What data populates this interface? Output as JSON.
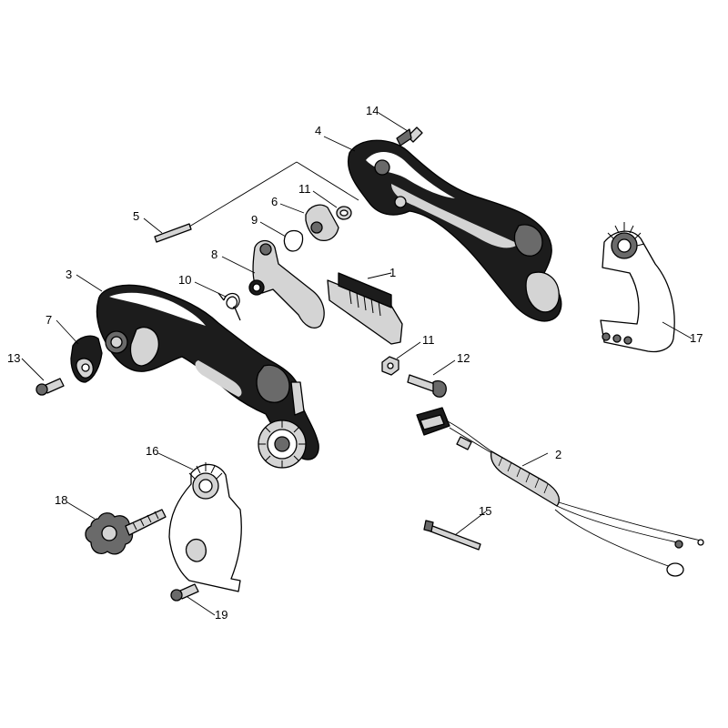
{
  "diagram": {
    "callouts": [
      {
        "id": "1",
        "text": "1"
      },
      {
        "id": "2",
        "text": "2"
      },
      {
        "id": "3",
        "text": "3"
      },
      {
        "id": "4",
        "text": "4"
      },
      {
        "id": "5",
        "text": "5"
      },
      {
        "id": "6",
        "text": "6"
      },
      {
        "id": "7",
        "text": "7"
      },
      {
        "id": "8",
        "text": "8"
      },
      {
        "id": "9",
        "text": "9"
      },
      {
        "id": "10",
        "text": "10"
      },
      {
        "id": "11a",
        "text": "11"
      },
      {
        "id": "11b",
        "text": "11"
      },
      {
        "id": "12",
        "text": "12"
      },
      {
        "id": "13",
        "text": "13"
      },
      {
        "id": "14",
        "text": "14"
      },
      {
        "id": "15",
        "text": "15"
      },
      {
        "id": "16",
        "text": "16"
      },
      {
        "id": "17",
        "text": "17"
      },
      {
        "id": "18",
        "text": "18"
      },
      {
        "id": "19",
        "text": "19"
      }
    ]
  }
}
